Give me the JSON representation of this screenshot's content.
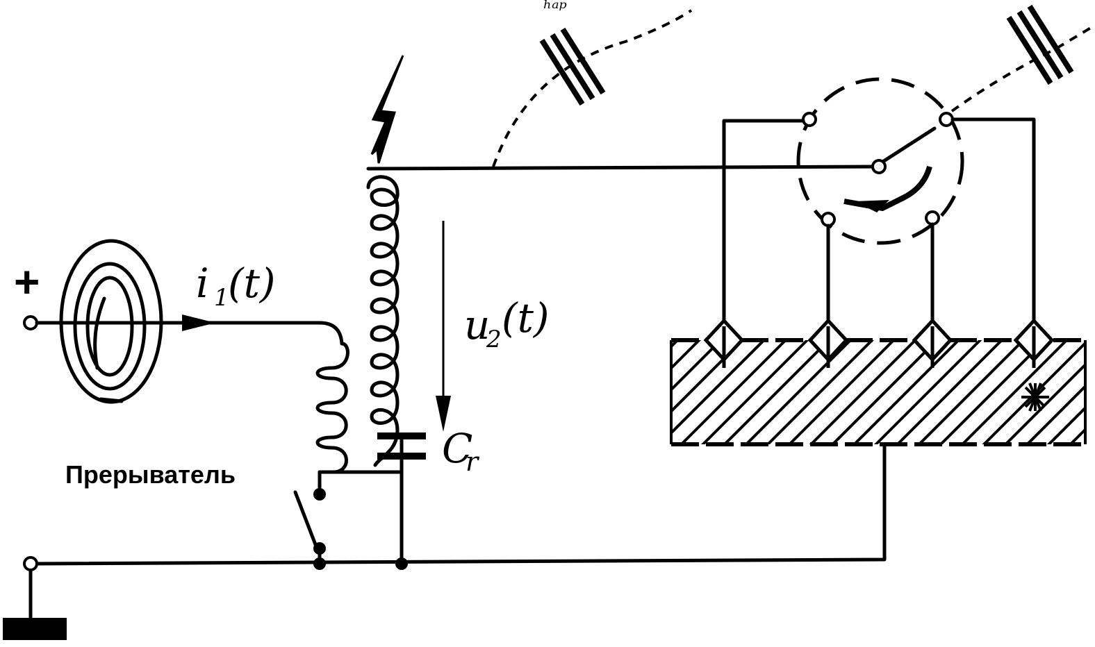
{
  "labels": {
    "plus": "+",
    "current": "i",
    "current_sub": "1",
    "current_arg": "(t)",
    "voltage": "u",
    "voltage_sub": "2",
    "voltage_arg": "(t)",
    "capacitor": "C",
    "capacitor_sub": "r",
    "breaker": "Прерыватель",
    "top_partial": "ₕₐₚ"
  },
  "colors": {
    "line": "#000000",
    "background": "#ffffff"
  },
  "icons": {
    "ignition_coil": "coil-core-icon",
    "spark": "lightning-icon",
    "distributor": "rotor-switch-icon",
    "ground": "ground-icon",
    "spark_plug": "spark-plug-icon",
    "spark_burst": "spark-star-icon"
  }
}
